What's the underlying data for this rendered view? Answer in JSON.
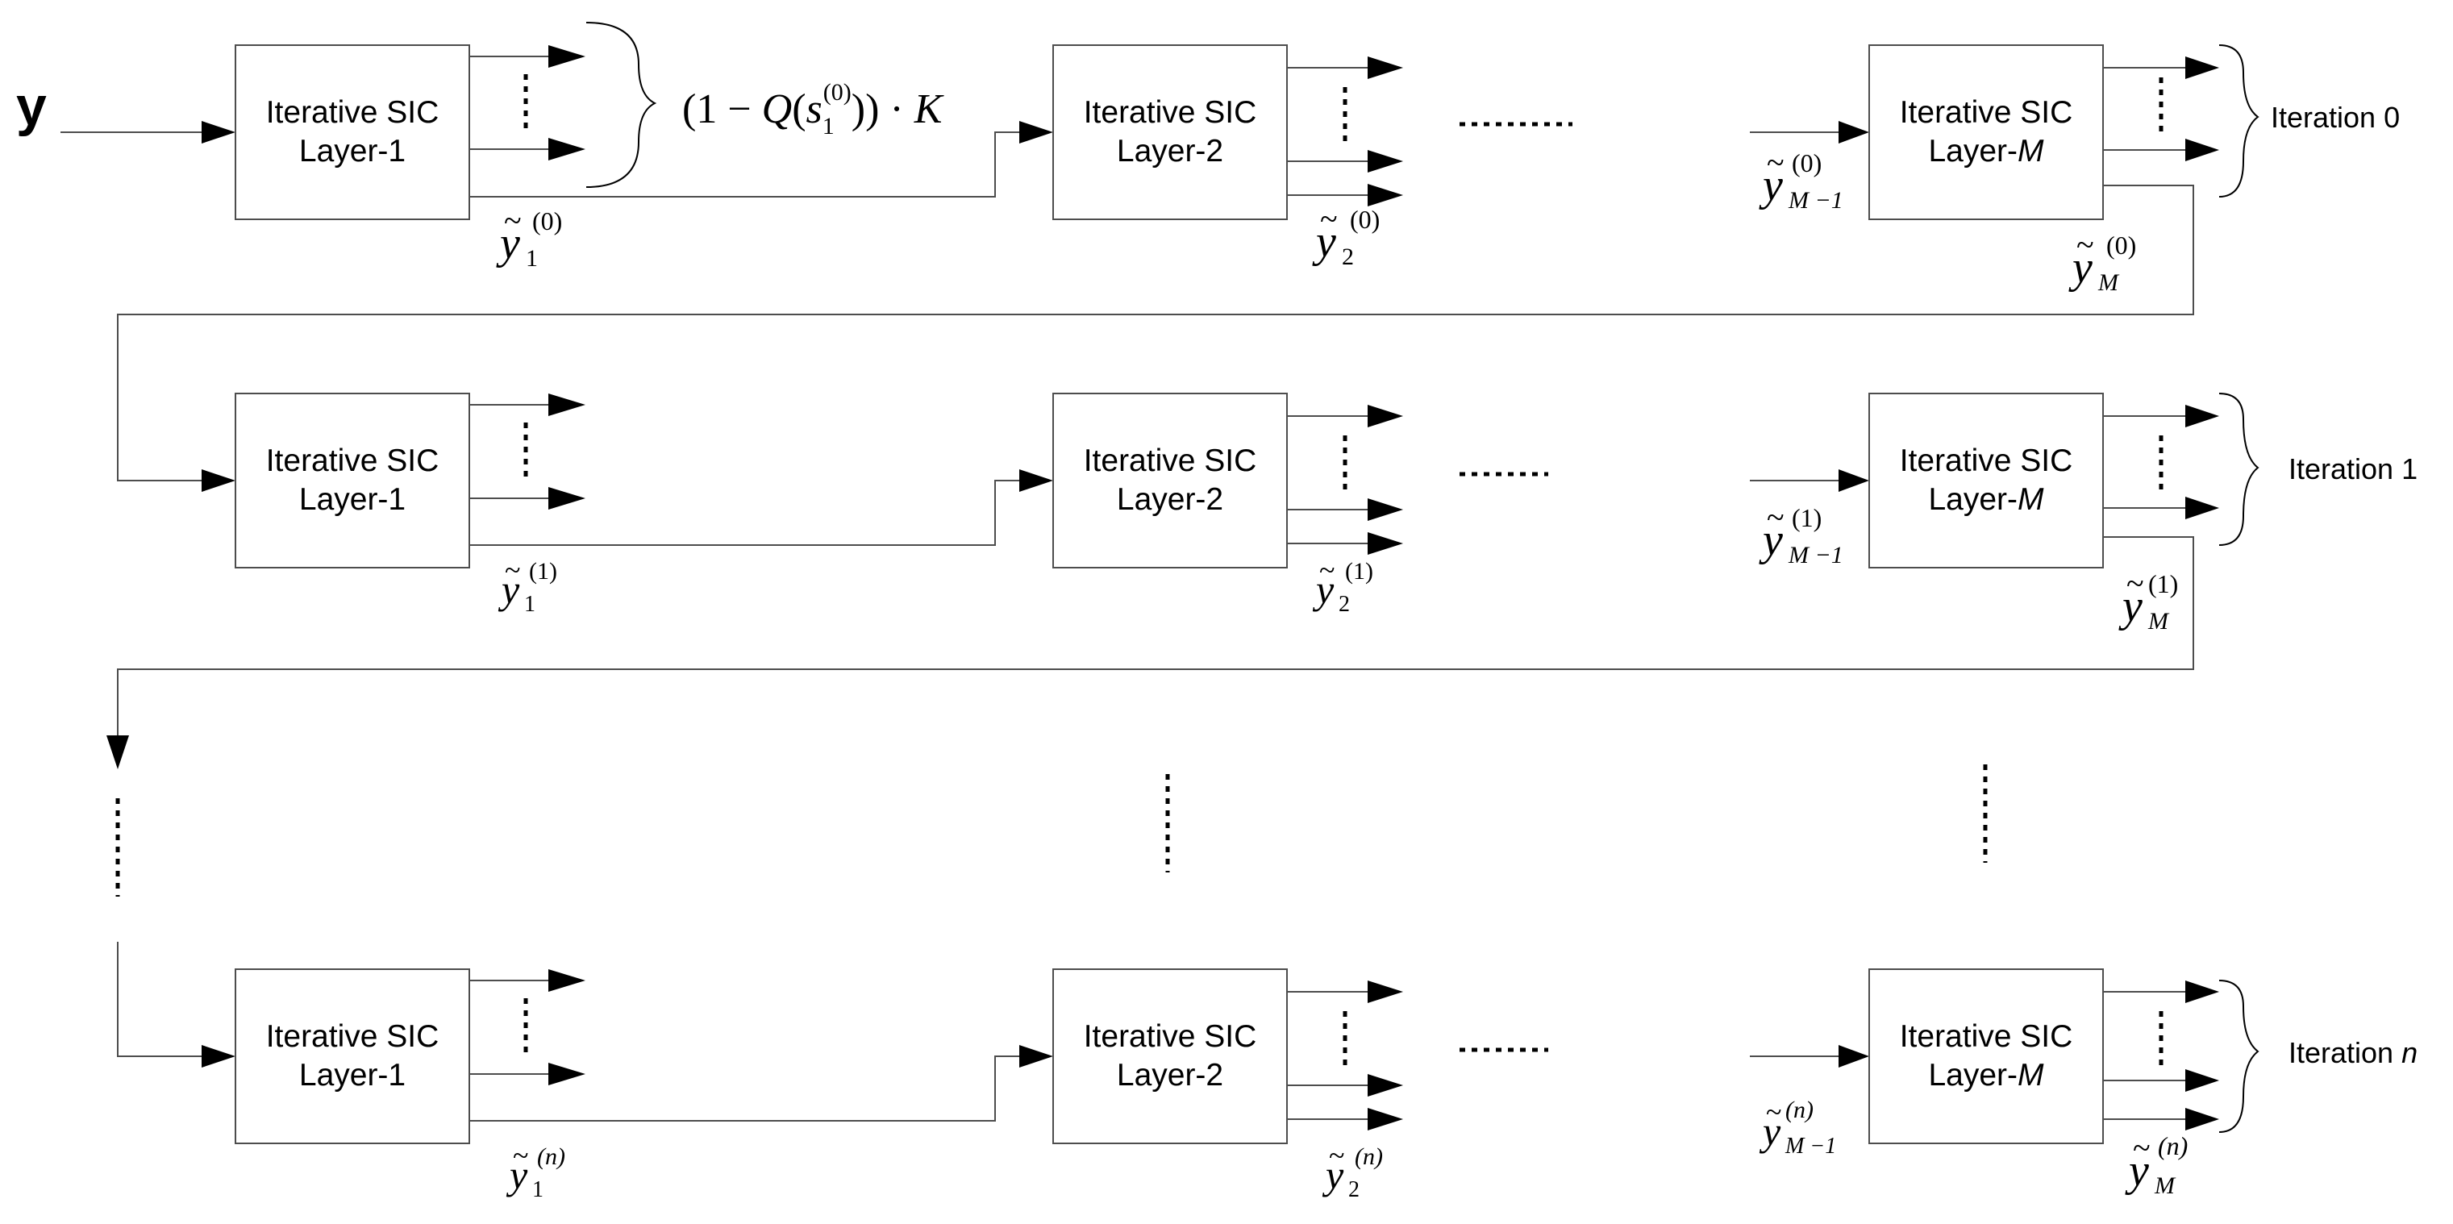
{
  "input_label": "y",
  "blocks": {
    "title": "Iterative SIC",
    "layer1": "Layer-1",
    "layer2": "Layer-2",
    "layerM_prefix": "Layer-",
    "layerM_var": "M"
  },
  "iterations": {
    "iter0": "Iteration 0",
    "iter1": "Iteration 1",
    "iterN_prefix": "Iteration ",
    "iterN_var": "n"
  },
  "formula": {
    "open": "(1 − ",
    "Q": "Q",
    "paren": "(",
    "s": "s",
    "s_sub": "1",
    "s_sup": "(0)",
    "close": "))",
    "dot": " · ",
    "K": "K"
  },
  "signals": {
    "y": "y",
    "tilde": "~",
    "sub1": "1",
    "sub2": "2",
    "subM": "M",
    "subM1": "M −1",
    "sup0": "(0)",
    "sup1": "(1)",
    "supn": "(n)"
  }
}
